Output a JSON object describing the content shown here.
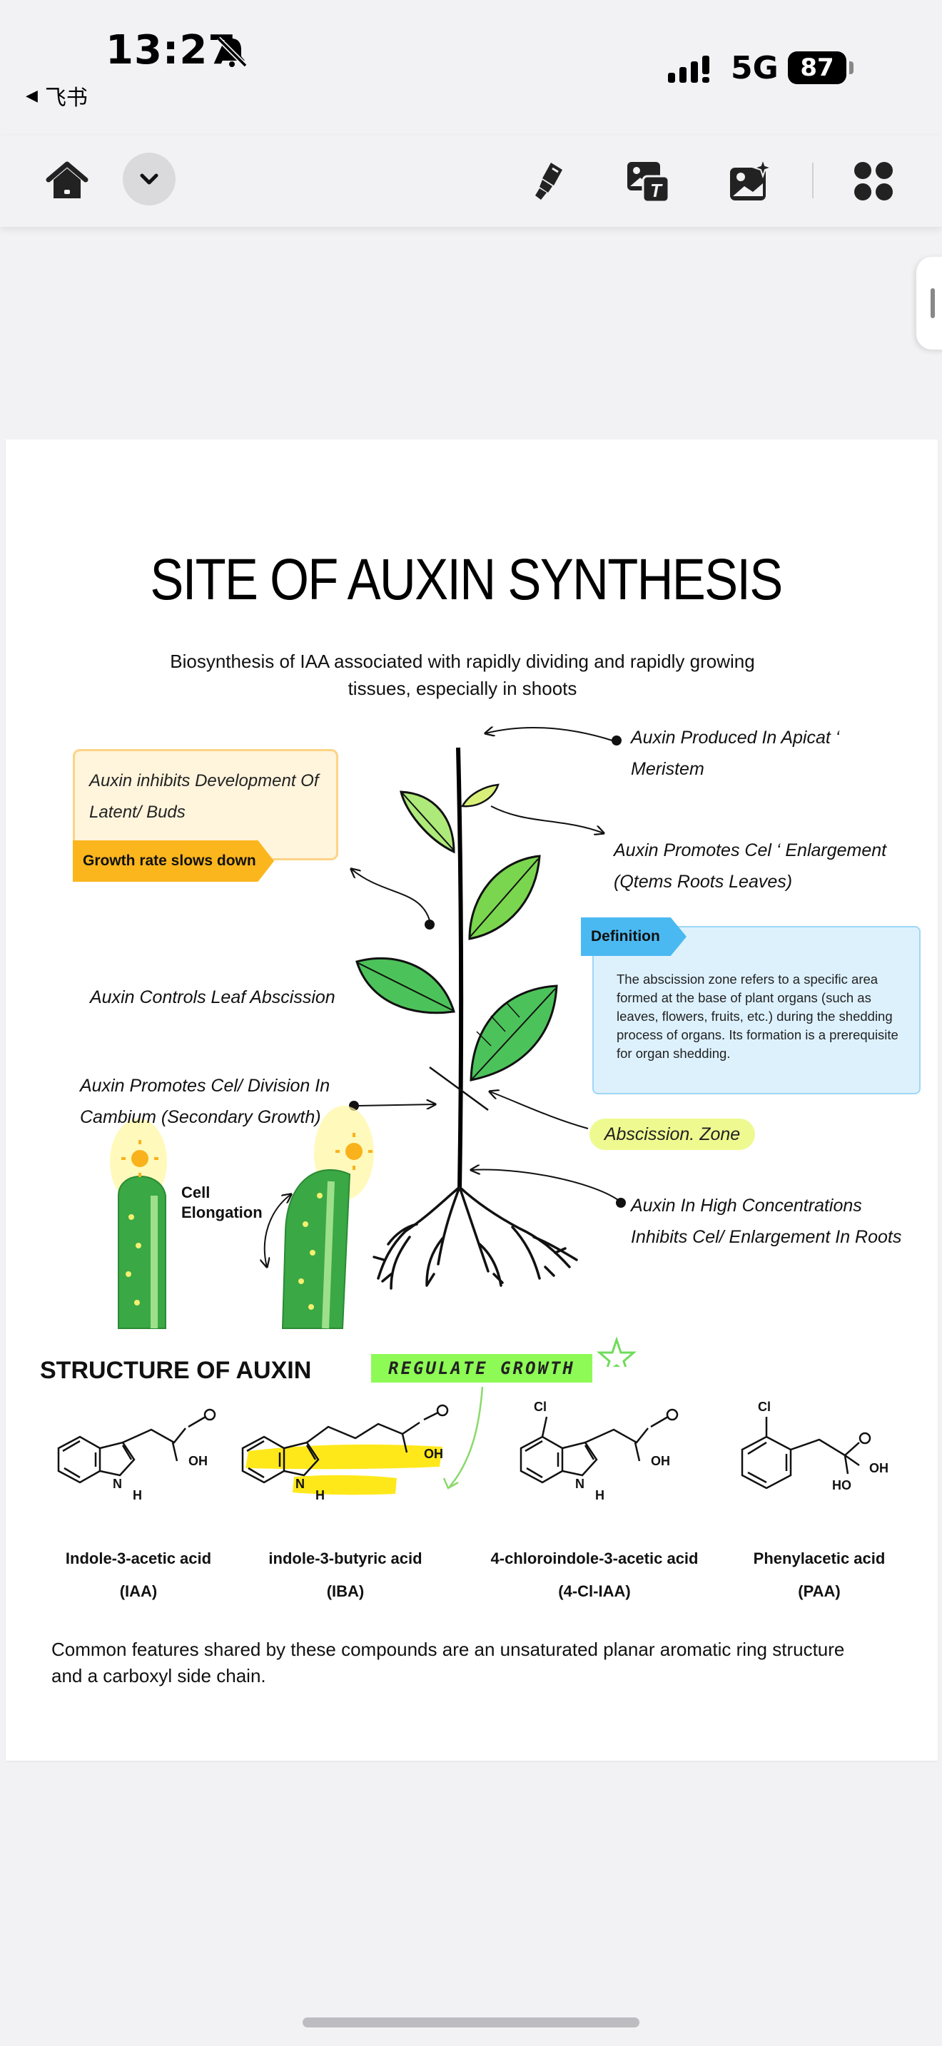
{
  "status_bar": {
    "time": "13:27",
    "back_label": "飞书",
    "network": "5G",
    "battery": "87"
  },
  "toolbar": {
    "icons": [
      "home-icon",
      "chevron-down-icon",
      "highlighter-icon",
      "image-text-icon",
      "image-ai-icon",
      "apps-icon"
    ]
  },
  "document": {
    "title": "SITE OF AUXIN SYNTHESIS",
    "subtitle": "Biosynthesis of IAA associated with rapidly dividing and rapidly growing tissues, especially in shoots",
    "annotations": {
      "apical": "Auxin Produced In Apicat ‘ Meristem",
      "promotes_enlargement": "Auxin Promotes Cel ‘ Enlargement (Qtems Roots Leaves)",
      "leaf_abscission": "Auxin Controls Leaf Abscission",
      "cell_division": "Auxin Promotes Cel/ Division In Cambium (Secondary Growth)",
      "root_inhibition": "Auxin In High Concentrations Inhibits Cel/ Enlargement In Roots"
    },
    "inhibits_card": {
      "text": "Auxin inhibits Development Of Latent/ Buds",
      "tag": "Growth rate slows down"
    },
    "definition": {
      "tag": "Definition",
      "text": "The abscission zone refers to a specific area formed at the base of plant organs (such as leaves, flowers, fruits, etc.) during the shedding process of organs. Its formation is a prerequisite for organ shedding."
    },
    "abscission_zone": "Abscission. Zone",
    "cell_elongation": "Cell Elongation",
    "structure_heading": "STRUCTURE OF AUXIN",
    "regulate_tag": "REGULATE GROWTH",
    "compounds": [
      {
        "name": "Indole-3-acetic acid",
        "abbr": "(IAA)"
      },
      {
        "name": "indole-3-butyric acid",
        "abbr": "(IBA)"
      },
      {
        "name": "4-chloroindole-3-acetic acid",
        "abbr": "(4-Cl-IAA)"
      },
      {
        "name": "Phenylacetic acid",
        "abbr": "(PAA)"
      }
    ],
    "atom_labels": {
      "oh": "OH",
      "h": "H",
      "n": "N",
      "cl": "Cl",
      "ho": "HO"
    },
    "common_features": "Common features shared by these compounds are an unsaturated planar aromatic ring structure and a carboxyl side chain."
  },
  "colors": {
    "leaf_green": "#4cc35a",
    "highlight_yellow": "#ffe81a",
    "definition_blue": "#4bb9f1",
    "growth_orange": "#fbb61e",
    "regulate_green": "#8dfa55"
  }
}
